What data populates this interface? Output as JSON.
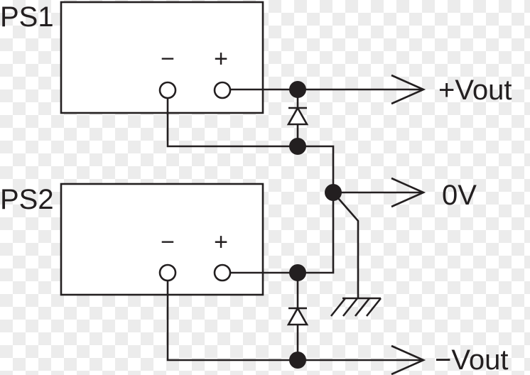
{
  "supplies": [
    {
      "name": "PS1",
      "minus": "−",
      "plus": "+"
    },
    {
      "name": "PS2",
      "minus": "−",
      "plus": "+"
    }
  ],
  "outputs": {
    "positive": "+Vout",
    "zero": "0V",
    "negative": "−Vout"
  }
}
